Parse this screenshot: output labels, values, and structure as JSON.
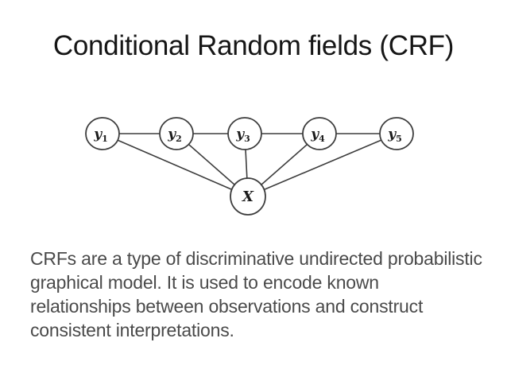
{
  "slide": {
    "title": "Conditional Random fields (CRF)",
    "background_color": "#ffffff",
    "title_color": "#161616"
  },
  "diagram": {
    "type": "undirected-graph",
    "description": "Linear-chain CRF graphical model: label nodes y1-y5 form a chain, each label node is also connected to the observation node X",
    "stroke_color": "#3d3d3d",
    "nodes": [
      {
        "id": "y1",
        "base": "y",
        "sub": "1"
      },
      {
        "id": "y2",
        "base": "y",
        "sub": "2"
      },
      {
        "id": "y3",
        "base": "y",
        "sub": "3"
      },
      {
        "id": "y4",
        "base": "y",
        "sub": "4"
      },
      {
        "id": "y5",
        "base": "y",
        "sub": "5"
      },
      {
        "id": "X",
        "base": "X",
        "sub": ""
      }
    ],
    "edges": [
      [
        "y1",
        "y2"
      ],
      [
        "y2",
        "y3"
      ],
      [
        "y3",
        "y4"
      ],
      [
        "y4",
        "y5"
      ],
      [
        "y1",
        "X"
      ],
      [
        "y2",
        "X"
      ],
      [
        "y3",
        "X"
      ],
      [
        "y4",
        "X"
      ],
      [
        "y5",
        "X"
      ]
    ]
  },
  "body": {
    "color": "#4a4a4a",
    "lines": [
      "CRFs are a type of discriminative undirected probabilistic",
      "graphical model. It is used to encode known",
      "relationships between observations and construct",
      "consistent interpretations."
    ]
  }
}
